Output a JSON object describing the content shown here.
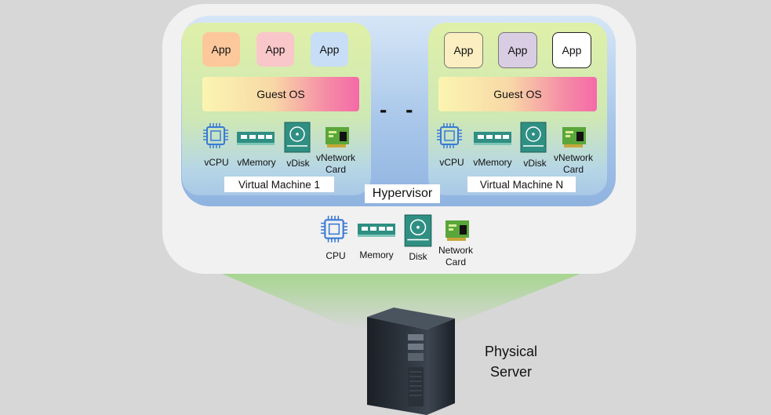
{
  "vm1": {
    "apps": [
      "App",
      "App",
      "App"
    ],
    "guest_os": "Guest OS",
    "hw": {
      "cpu": "vCPU",
      "memory": "vMemory",
      "disk": "vDisk",
      "network_line1": "vNetwork",
      "network_line2": "Card"
    },
    "label": "Virtual Machine 1"
  },
  "vmn": {
    "apps": [
      "App",
      "App",
      "App"
    ],
    "guest_os": "Guest OS",
    "hw": {
      "cpu": "vCPU",
      "memory": "vMemory",
      "disk": "vDisk",
      "network_line1": "vNetwork",
      "network_line2": "Card"
    },
    "label": "Virtual Machine N"
  },
  "separator": "- - -",
  "hypervisor": "Hypervisor",
  "host_hw": {
    "cpu": "CPU",
    "memory": "Memory",
    "disk": "Disk",
    "network_line1": "Network",
    "network_line2": "Card"
  },
  "server": {
    "line1": "Physical",
    "line2": "Server"
  },
  "colors": {
    "app_orange": "#fcc89b",
    "app_pink": "#f9c7c9",
    "app_blue": "#c7def6",
    "app_yellow": "#fbeec0",
    "app_lavender": "#d8cde2",
    "app_white": "#ffffff",
    "chip_green": "#2f8f83",
    "panel": "#f1f1f1"
  }
}
